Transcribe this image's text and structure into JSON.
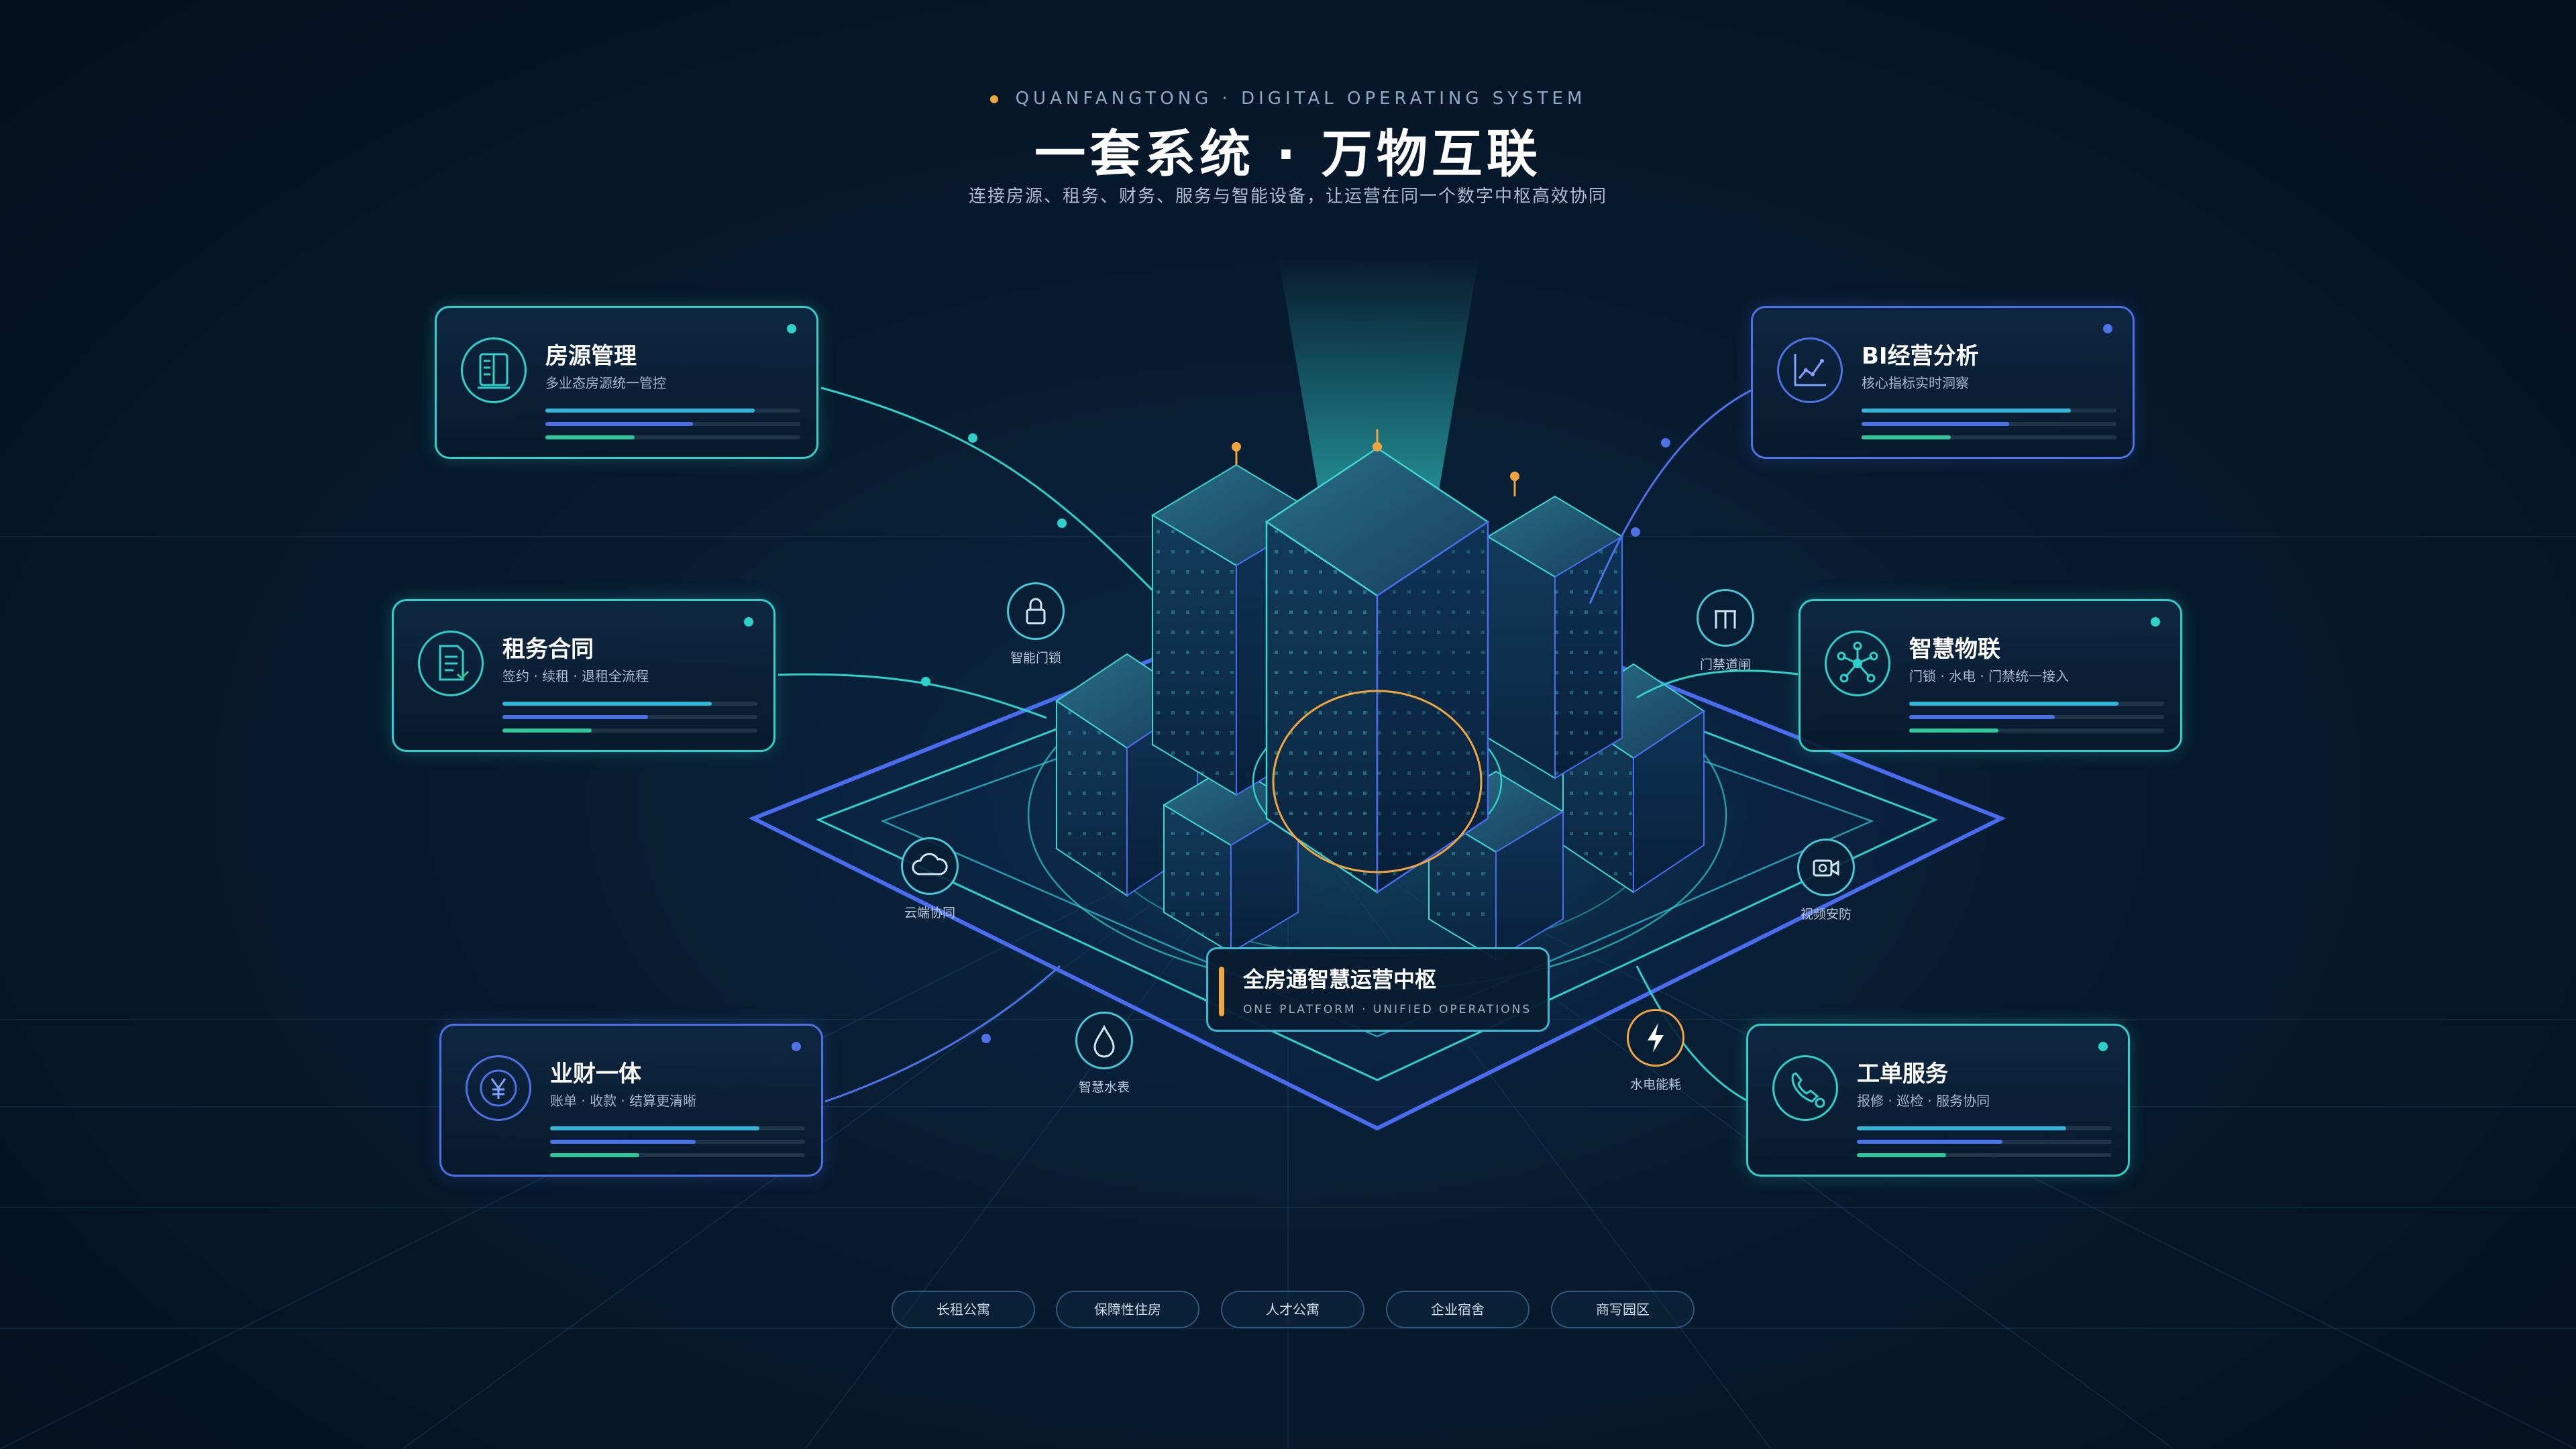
{
  "header": {
    "eyebrow": "QUANFANGTONG · DIGITAL OPERATING SYSTEM",
    "title": "一套系统 · 万物互联",
    "subtitle": "连接房源、租务、财务、服务与智能设备，让运营在同一个数字中枢高效协同"
  },
  "colors": {
    "accent": "#f0a640",
    "cyan": "#2fd0c9",
    "blue": "#4d72e6",
    "green": "#2ec79a",
    "background": "#071a2e"
  },
  "cards": [
    {
      "title": "房源管理",
      "desc": "多业态房源统一管控",
      "icon": "building-list-icon",
      "bars": [
        0.82,
        0.58,
        0.35
      ]
    },
    {
      "title": "租务合同",
      "desc": "签约 · 续租 · 退租全流程",
      "icon": "contract-document-icon",
      "bars": [
        0.82,
        0.57,
        0.35
      ]
    },
    {
      "title": "业财一体",
      "desc": "账单 · 收款 · 结算更清晰",
      "icon": "yuan-coin-icon",
      "bars": [
        0.82,
        0.57,
        0.35
      ]
    },
    {
      "title": "BI经营分析",
      "desc": "核心指标实时洞察",
      "icon": "line-chart-icon",
      "bars": [
        0.82,
        0.58,
        0.35
      ]
    },
    {
      "title": "智慧物联",
      "desc": "门锁 · 水电 · 门禁统一接入",
      "icon": "network-hub-icon",
      "bars": [
        0.82,
        0.57,
        0.35
      ]
    },
    {
      "title": "工单服务",
      "desc": "报修 · 巡检 · 服务协同",
      "icon": "phone-service-icon",
      "bars": [
        0.82,
        0.57,
        0.35
      ]
    }
  ],
  "nodes": [
    {
      "label": "智能门锁",
      "icon": "lock-icon"
    },
    {
      "label": "门禁道闸",
      "icon": "gate-barrier-icon"
    },
    {
      "label": "云端协同",
      "icon": "cloud-icon"
    },
    {
      "label": "视频安防",
      "icon": "camera-icon"
    },
    {
      "label": "智慧水表",
      "icon": "water-drop-icon"
    },
    {
      "label": "水电能耗",
      "icon": "lightning-icon"
    }
  ],
  "hub": {
    "title": "全房通智慧运营中枢",
    "subtitle": "ONE PLATFORM · UNIFIED OPERATIONS"
  },
  "scenarios": [
    "长租公寓",
    "保障性住房",
    "人才公寓",
    "企业宿舍",
    "商写园区"
  ]
}
